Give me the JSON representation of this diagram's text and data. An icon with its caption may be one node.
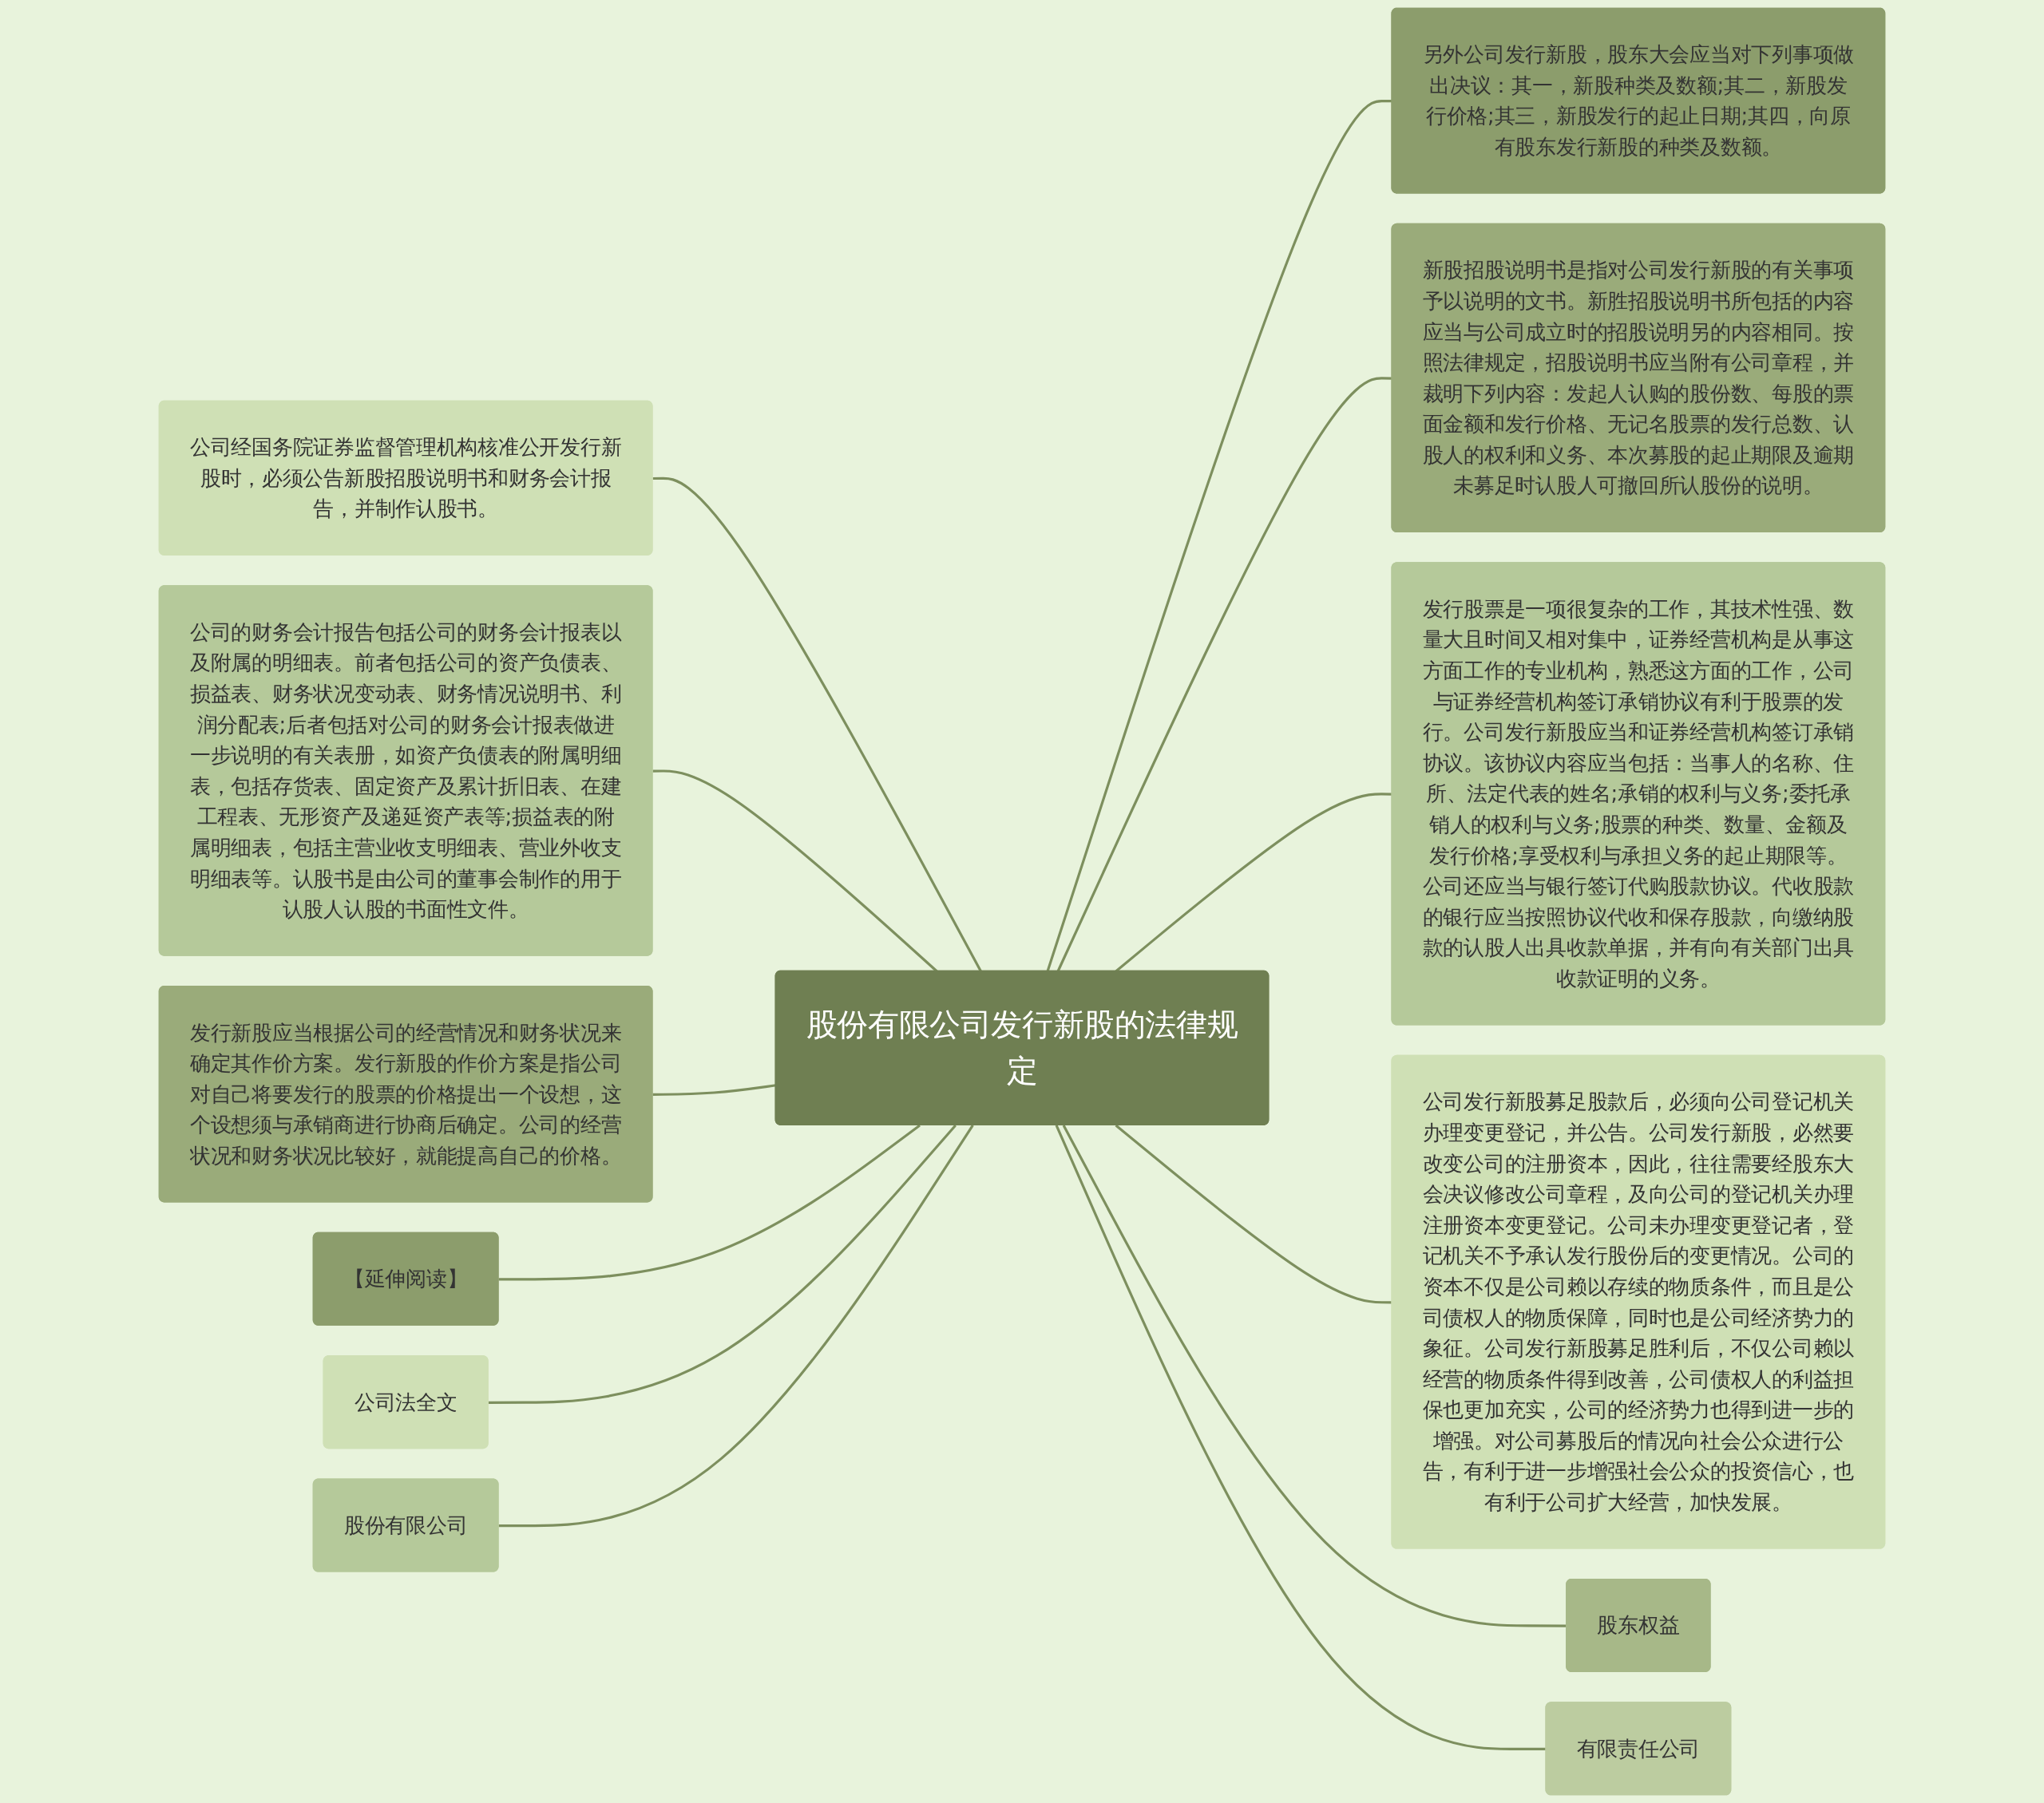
{
  "diagram": {
    "nodes": [
      {
        "text": [
          "股份有限公司发行新股的法律规定"
        ]
      },
      {
        "text": [
          "另外公司发行新股，股东大会应当对下列事项做出决议：其一，新股种类及数额;其二，新股发行价格;其三，新股发行的起止日期;其四，向原有股东发行新股的种类及数额。"
        ]
      },
      {
        "text": [
          "新股招股说明书是指对公司发行新股的有关事项予以说明的文书。新胜招股说明书所包括的内容应当与公司成立时的招股说明另的内容相同。按照法律规定，招股说明书应当附有公司章程，并裁明下列内容：发起人认购的股份数、每股的票面金额和发行价格、无记名股票的发行总数、认股人的权利和义务、本次募股的起止期限及逾期未募足时认股人可撤回所认股份的说明。"
        ]
      },
      {
        "text": [
          "发行股票是一项很复杂的工作，其技术性强、数量大且时间又相对集中，证券经营机构是从事这方面工作的专业机构，熟悉这方面的工作，公司与证券经营机构签订承销协议有利于股票的发行。公司发行新股应当和证券经营机构签订承销协议。该协议内容应当包括：当事人的名称、住所、法定代表的姓名;承销的权利与义务;委托承销人的权利与义务;股票的种类、数量、金额及发行价格;享受权利与承担义务的起止期限等。公司还应当与银行签订代购股款协议。代收股款的银行应当按照协议代收和保存股款，向缴纳股款的认股人出具收款单据，并有向有关部门出具收款证明的义务。"
        ]
      },
      {
        "text": [
          "公司发行新股募足股款后，必须向公司登记机关办理变更登记，并公告。公司发行新股，必然要改变公司的注册资本，因此，往往需要经股东大会决议修改公司章程，及向公司的登记机关办理注册资本变更登记。公司未办理变更登记者，登记机关不予承认发行股份后的变更情况。公司的资本不仅是公司赖以存续的物质条件，而且是公司债权人的物质保障，同时也是公司经济势力的象征。公司发行新股募足胜利后，不仅公司赖以经营的物质条件得到改善，公司债权人的利益担保也更加充实，公司的经济势力也得到进一步的增强。对公司募股后的情况向社会公众进行公告，有利于进一步增强社会公众的投资信心，也有利于公司扩大经营，加快发展。"
        ]
      },
      {
        "text": [
          "股东权益"
        ]
      },
      {
        "text": [
          "有限责任公司"
        ]
      },
      {
        "text": [
          "公司经国务院证券监督管理机构核准公开发行新股时，必须公告新股招股说明书和财务会计报告，并制作认股书。"
        ]
      },
      {
        "text": [
          "公司的财务会计报告包括公司的财务会计报表以及附属的明细表。前者包括公司的资产负债表、损益表、财务状况变动表、财务情况说明书、利润分配表;后者包括对公司的财务会计报表做进一步说明的有关表册，如资产负债表的附属明细表，包括存货表、固定资产及累计折旧表、在建工程表、无形资产及递延资产表等;损益表的附属明细表，包括主营业收支明细表、营业外收支明细表等。认股书是由公司的董事会制作的用于认股人认股的书面性文件。"
        ]
      },
      {
        "text": [
          "发行新股应当根据公司的经营情况和财务状况来确定其作价方案。发行新股的作价方案是指公司对自己将要发行的股票的价格提出一个设想，这个设想须与承销商进行协商后确定。公司的经营状况和财务状况比较好，就能提高自己的价格。"
        ]
      },
      {
        "text": [
          "【延伸阅读】"
        ]
      },
      {
        "text": [
          "公司法全文"
        ]
      },
      {
        "text": [
          "股份有限公司"
        ]
      }
    ],
    "edges": [
      {
        "from": 0,
        "to": 1,
        "arrow": "none"
      },
      {
        "from": 0,
        "to": 2,
        "arrow": "none"
      },
      {
        "from": 0,
        "to": 3,
        "arrow": "none"
      },
      {
        "from": 0,
        "to": 4,
        "arrow": "none"
      },
      {
        "from": 0,
        "to": 5,
        "arrow": "none"
      },
      {
        "from": 0,
        "to": 6,
        "arrow": "none"
      },
      {
        "from": 0,
        "to": 7,
        "arrow": "none"
      },
      {
        "from": 0,
        "to": 8,
        "arrow": "none"
      },
      {
        "from": 0,
        "to": 9,
        "arrow": "none"
      },
      {
        "from": 0,
        "to": 10,
        "arrow": "none"
      },
      {
        "from": 0,
        "to": 11,
        "arrow": "none"
      },
      {
        "from": 0,
        "to": 12,
        "arrow": "none"
      }
    ]
  }
}
